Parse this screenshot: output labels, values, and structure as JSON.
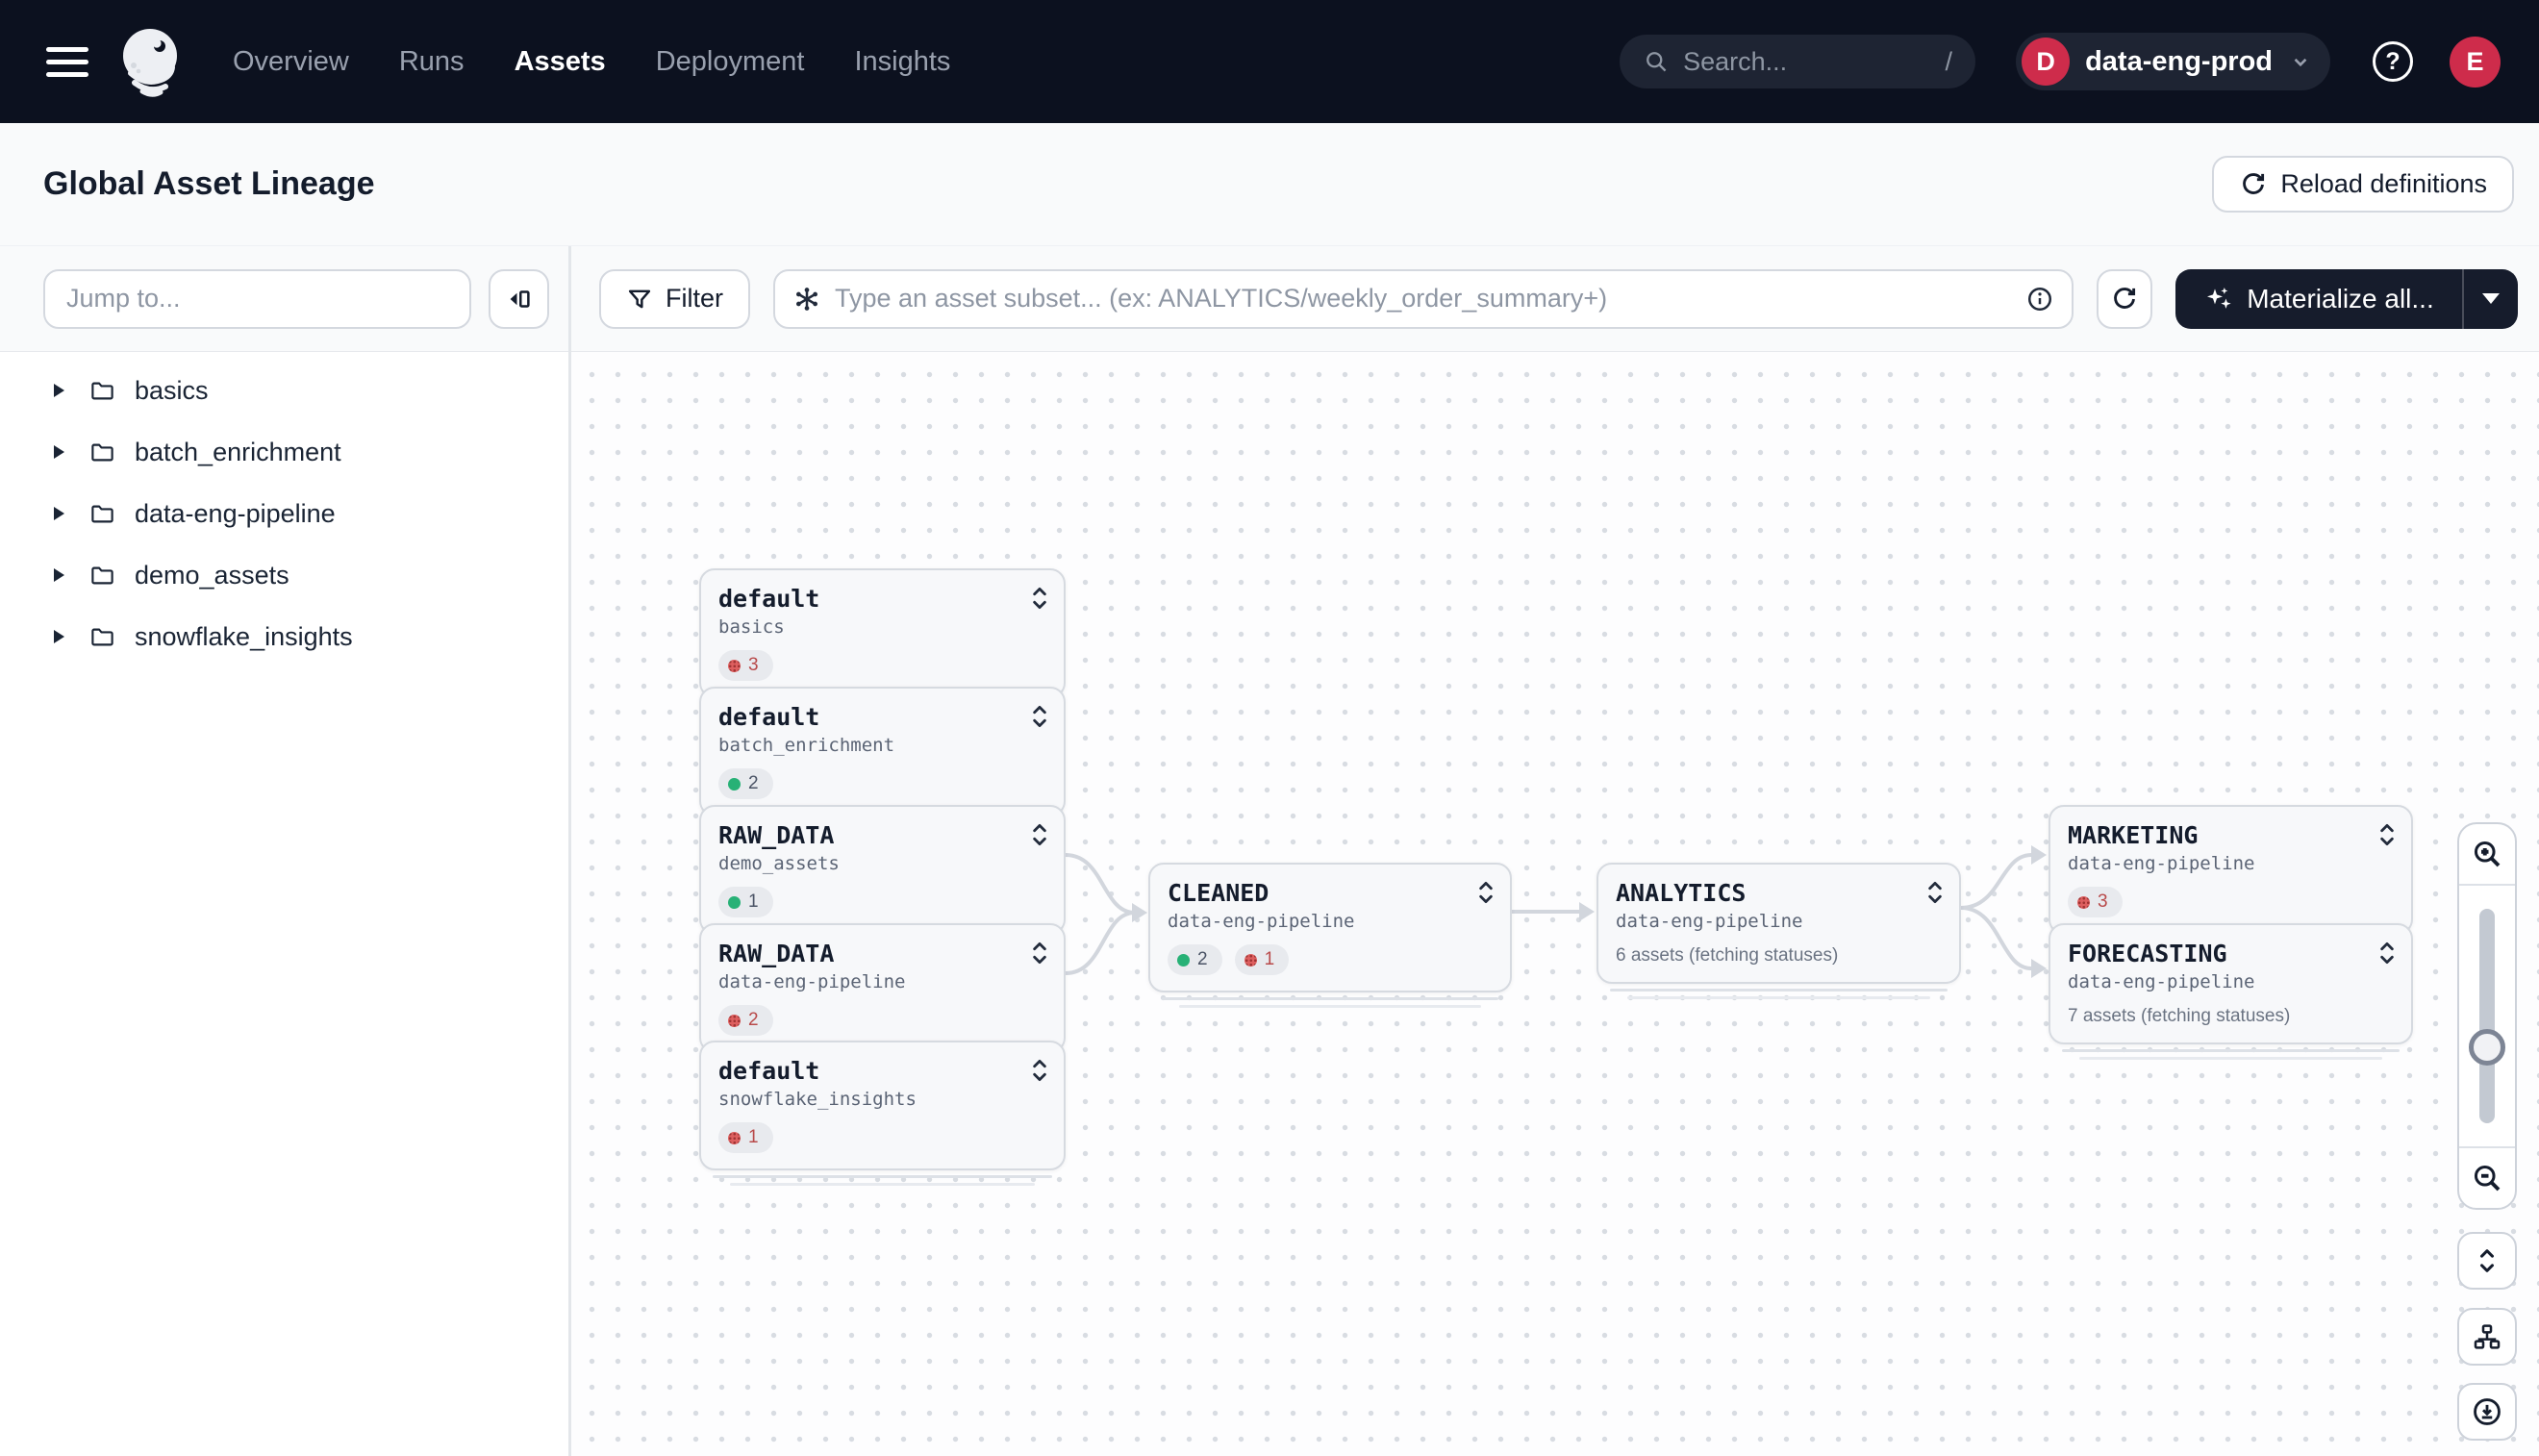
{
  "header": {
    "nav": [
      {
        "label": "Overview"
      },
      {
        "label": "Runs"
      },
      {
        "label": "Assets"
      },
      {
        "label": "Deployment"
      },
      {
        "label": "Insights"
      }
    ],
    "search_placeholder": "Search...",
    "search_shortcut": "/",
    "deployment": {
      "badge": "D",
      "label": "data-eng-prod"
    },
    "avatar_initial": "E",
    "help_glyph": "?"
  },
  "page": {
    "title": "Global Asset Lineage",
    "reload_button": "Reload definitions"
  },
  "sidebar": {
    "jump_placeholder": "Jump to...",
    "items": [
      {
        "label": "basics"
      },
      {
        "label": "batch_enrichment"
      },
      {
        "label": "data-eng-pipeline"
      },
      {
        "label": "demo_assets"
      },
      {
        "label": "snowflake_insights"
      }
    ]
  },
  "toolbar": {
    "filter_label": "Filter",
    "subset_placeholder": "Type an asset subset... (ex: ANALYTICS/weekly_order_summary+)",
    "materialize_label": "Materialize all..."
  },
  "graph": {
    "nodes": [
      {
        "title": "default",
        "subtitle": "basics",
        "badges": [
          {
            "color": "red",
            "count": "3"
          }
        ]
      },
      {
        "title": "default",
        "subtitle": "batch_enrichment",
        "badges": [
          {
            "color": "green",
            "count": "2"
          }
        ]
      },
      {
        "title": "RAW_DATA",
        "subtitle": "demo_assets",
        "badges": [
          {
            "color": "green",
            "count": "1"
          }
        ]
      },
      {
        "title": "RAW_DATA",
        "subtitle": "data-eng-pipeline",
        "badges": [
          {
            "color": "red",
            "count": "2"
          }
        ]
      },
      {
        "title": "default",
        "subtitle": "snowflake_insights",
        "badges": [
          {
            "color": "red",
            "count": "1"
          }
        ]
      },
      {
        "title": "CLEANED",
        "subtitle": "data-eng-pipeline",
        "badges": [
          {
            "color": "green",
            "count": "2"
          },
          {
            "color": "red",
            "count": "1"
          }
        ]
      },
      {
        "title": "ANALYTICS",
        "subtitle": "data-eng-pipeline",
        "status": "6 assets (fetching statuses)"
      },
      {
        "title": "MARKETING",
        "subtitle": "data-eng-pipeline",
        "badges": [
          {
            "color": "red",
            "count": "3"
          }
        ]
      },
      {
        "title": "FORECASTING",
        "subtitle": "data-eng-pipeline",
        "status": "7 assets (fetching statuses)"
      }
    ]
  },
  "colors": {
    "accent_red": "#ce2c4b",
    "status_green": "#27b176",
    "status_red": "#dd5f5f",
    "topbar_bg": "#0c111f",
    "dark_button_bg": "#161c2c"
  }
}
